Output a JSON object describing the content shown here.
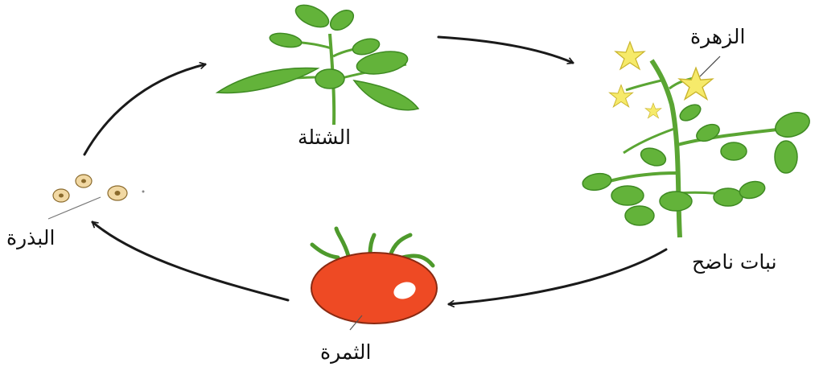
{
  "labels": {
    "seedling": "الشتلة",
    "flower": "الزهرة",
    "mature_plant": "نبات ناضح",
    "fruit": "الثمرة",
    "seed": "البذرة"
  },
  "colors": {
    "leaf": "#63b33a",
    "leaf_dark": "#3e8a22",
    "stem": "#5aa533",
    "petal": "#f6ea6a",
    "petal_edge": "#c9b42c",
    "fruit": "#ee4a24",
    "fruit_edge": "#8a2a12",
    "seed": "#f1d8a3",
    "seed_core": "#8a6a2c",
    "arrow": "#1a1a1a"
  },
  "icons": [
    "seedling-icon",
    "flowering-plant-icon",
    "tomato-icon",
    "seeds-icon",
    "cycle-arrow-icon"
  ]
}
